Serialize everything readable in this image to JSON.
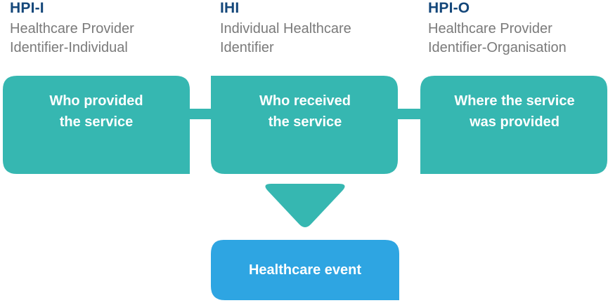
{
  "identifiers": [
    {
      "acronym": "HPI-I",
      "name_line1": "Healthcare Provider",
      "name_line2": "Identifier-Individual"
    },
    {
      "acronym": "IHI",
      "name_line1": "Individual Healthcare",
      "name_line2": "Identifier"
    },
    {
      "acronym": "HPI-O",
      "name_line1": "Healthcare Provider",
      "name_line2": "Identifier-Organisation"
    }
  ],
  "boxes": [
    {
      "line1": "Who provided",
      "line2": "the service"
    },
    {
      "line1": "Who received",
      "line2": "the service"
    },
    {
      "line1": "Where the service",
      "line2": "was provided"
    }
  ],
  "event": {
    "label": "Healthcare event"
  },
  "colors": {
    "teal": "#36b7b1",
    "blue": "#2ea5e2",
    "acronym": "#14477a",
    "subtitle": "#7a7a7a"
  }
}
